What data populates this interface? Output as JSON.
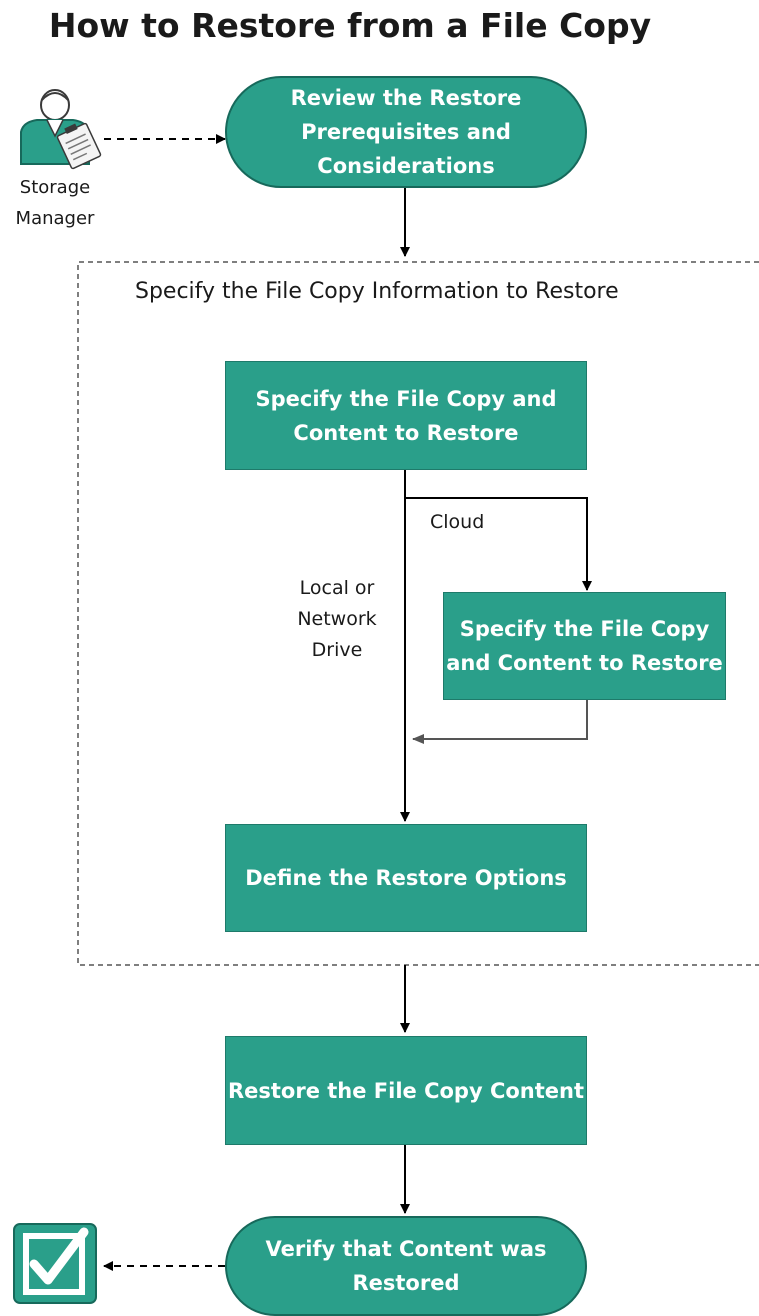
{
  "title": "How to Restore from a File Copy",
  "actor": {
    "label_line1": "Storage",
    "label_line2": "Manager",
    "icon": "user-with-clipboard-icon"
  },
  "section": {
    "title": "Specify the File Copy Information to Restore"
  },
  "steps": [
    {
      "id": "review",
      "line1": "Review the Restore",
      "line2": "Prerequisites and",
      "line3": "Considerations",
      "shape": "pill"
    },
    {
      "id": "specify-main",
      "line1": "Specify the File Copy and",
      "line2": "Content to Restore",
      "shape": "rect"
    },
    {
      "id": "specify-cloud",
      "line1": "Specify the File Copy",
      "line2": "and Content to Restore",
      "shape": "rect"
    },
    {
      "id": "define",
      "line1": "Define the Restore Options",
      "shape": "rect"
    },
    {
      "id": "restore",
      "line1": "Restore the File Copy Content",
      "shape": "rect"
    },
    {
      "id": "verify",
      "line1": "Verify that Content was",
      "line2": "Restored",
      "shape": "pill"
    }
  ],
  "edge_labels": {
    "cloud": "Cloud",
    "local_line1": "Local or",
    "local_line2": "Network",
    "local_line3": "Drive"
  },
  "end_icon": "checkbox-checked-icon",
  "colors": {
    "node_fill": "#2a9f8a",
    "node_border": "#17695b",
    "line": "#000000",
    "dashed_border": "#555555"
  }
}
